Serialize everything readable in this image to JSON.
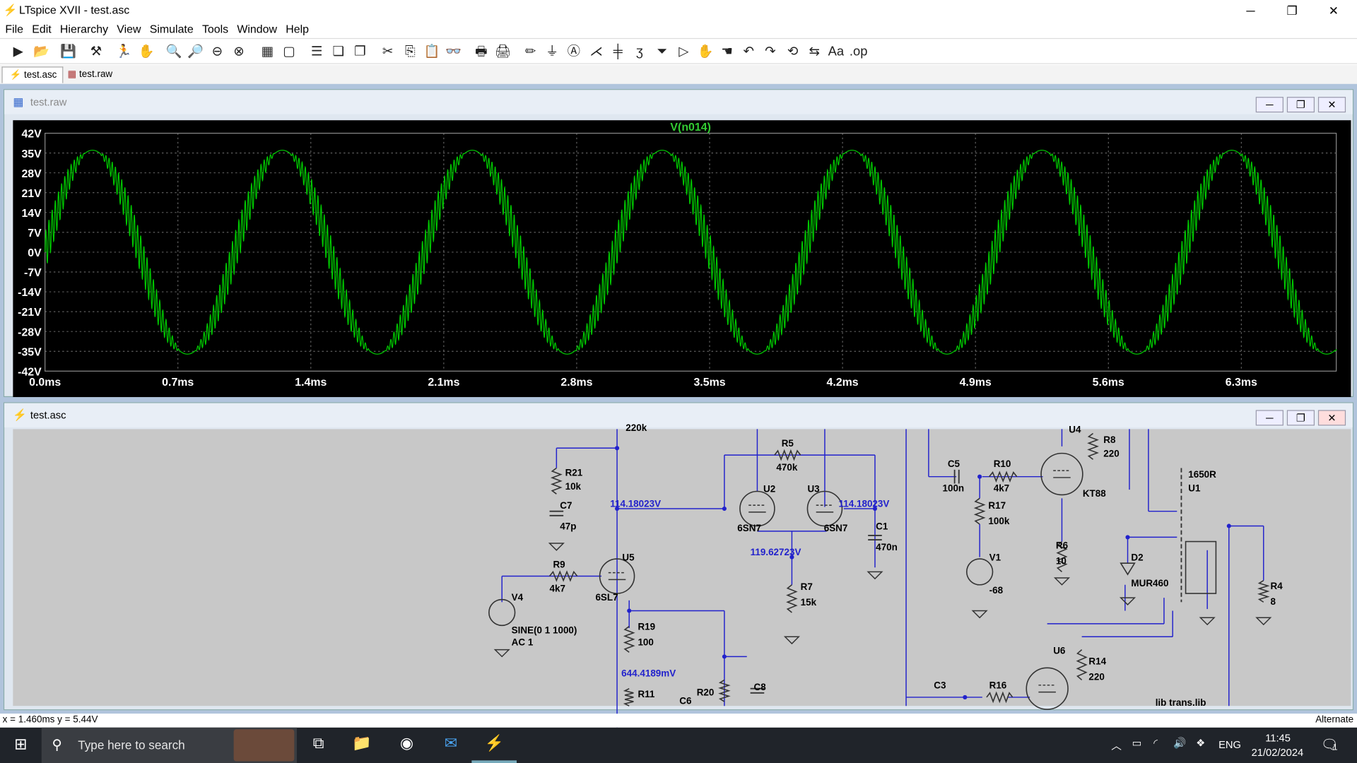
{
  "app": {
    "title": "LTspice XVII - test.asc",
    "minimize": "─",
    "restore": "❐",
    "close": "✕"
  },
  "menu": [
    "File",
    "Edit",
    "Hierarchy",
    "View",
    "Simulate",
    "Tools",
    "Window",
    "Help"
  ],
  "tabs": [
    {
      "label": "test.asc",
      "active": true
    },
    {
      "label": "test.raw",
      "active": false
    }
  ],
  "plot_window": {
    "title": "test.raw",
    "trace_label": "V(n014)"
  },
  "schematic_window": {
    "title": "test.asc"
  },
  "chart_data": {
    "type": "line",
    "title": "V(n014)",
    "trace_color": "#00c800",
    "xlabel": "",
    "ylabel": "",
    "xlim": [
      0,
      6.8
    ],
    "ylim": [
      -42,
      42
    ],
    "x_ticks": [
      "0.0ms",
      "0.7ms",
      "1.4ms",
      "2.1ms",
      "2.8ms",
      "3.5ms",
      "4.2ms",
      "4.9ms",
      "5.6ms",
      "6.3ms"
    ],
    "y_ticks": [
      "42V",
      "35V",
      "28V",
      "21V",
      "14V",
      "7V",
      "0V",
      "-7V",
      "-14V",
      "-21V",
      "-28V",
      "-35V",
      "-42V"
    ],
    "series": [
      {
        "name": "V(n014)",
        "frequency_hz": 1000,
        "amplitude_v": 36,
        "hf_ripple_amplitude_v": 9
      }
    ],
    "grid": true
  },
  "schematic": {
    "labels": [
      {
        "t": "R21"
      },
      {
        "t": "10k"
      },
      {
        "t": "C7"
      },
      {
        "t": "47p"
      },
      {
        "t": "114.18023V"
      },
      {
        "t": "R5"
      },
      {
        "t": "470k"
      },
      {
        "t": "U2"
      },
      {
        "t": "U3"
      },
      {
        "t": "114.18023V"
      },
      {
        "t": "6SN7"
      },
      {
        "t": "6SN7"
      },
      {
        "t": "C1"
      },
      {
        "t": "470n"
      },
      {
        "t": "119.62723V"
      },
      {
        "t": "R7"
      },
      {
        "t": "15k"
      },
      {
        "t": "R9"
      },
      {
        "t": "4k7"
      },
      {
        "t": "U5"
      },
      {
        "t": "6SL7"
      },
      {
        "t": "V4"
      },
      {
        "t": "SINE(0 1 1000)"
      },
      {
        "t": "AC 1"
      },
      {
        "t": "R19"
      },
      {
        "t": "100"
      },
      {
        "t": "644.4189mV"
      },
      {
        "t": "R11"
      },
      {
        "t": "C6"
      },
      {
        "t": "R20"
      },
      {
        "t": "C8"
      },
      {
        "t": "C5"
      },
      {
        "t": "100n"
      },
      {
        "t": "R10"
      },
      {
        "t": "4k7"
      },
      {
        "t": "R17"
      },
      {
        "t": "100k"
      },
      {
        "t": "V1"
      },
      {
        "t": "-68"
      },
      {
        "t": "R8"
      },
      {
        "t": "220"
      },
      {
        "t": "KT88"
      },
      {
        "t": "R6"
      },
      {
        "t": "10"
      },
      {
        "t": "1650R"
      },
      {
        "t": "U1"
      },
      {
        "t": "D2"
      },
      {
        "t": "MUR460"
      },
      {
        "t": "R4"
      },
      {
        "t": "8"
      },
      {
        "t": "U6"
      },
      {
        "t": "R14"
      },
      {
        "t": "220"
      },
      {
        "t": "C3"
      },
      {
        "t": "R16"
      },
      {
        "t": "U4"
      },
      {
        "t": "220k"
      },
      {
        "t": "lib trans.lib"
      }
    ]
  },
  "status": {
    "coords": "x = 1.460ms    y = 5.44V",
    "mode": "Alternate"
  },
  "taskbar": {
    "search_placeholder": "Type here to search",
    "time": "11:45",
    "date": "21/02/2024",
    "lang": "ENG",
    "notif": "1"
  }
}
